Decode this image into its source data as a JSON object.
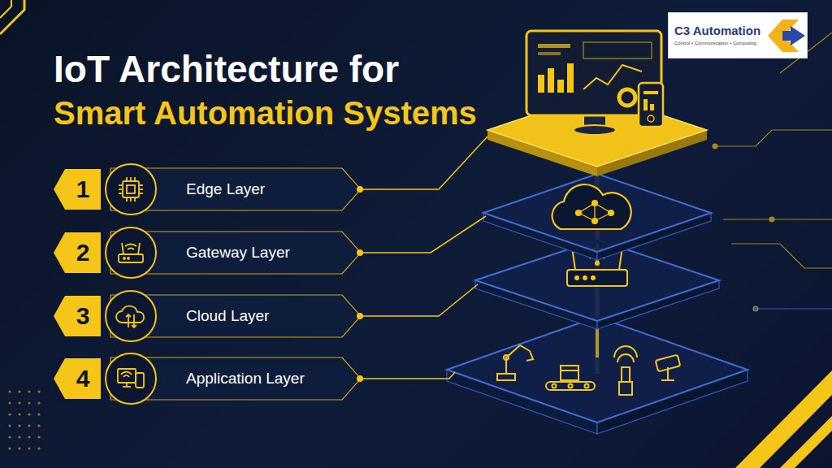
{
  "diagram": {
    "title": "IoT Architecture for Smart Automation Systems",
    "nodes": [
      {
        "text": [
          "C3 Automation",
          "Control • Communication • Computing"
        ]
      },
      {
        "text": [
          "1",
          "Edge Layer"
        ]
      },
      {
        "text": [
          "2",
          "Gateway Layer"
        ]
      },
      {
        "text": [
          "3",
          "Cloud Layer"
        ]
      },
      {
        "text": [
          "4",
          "Application Layer"
        ]
      }
    ]
  }
}
